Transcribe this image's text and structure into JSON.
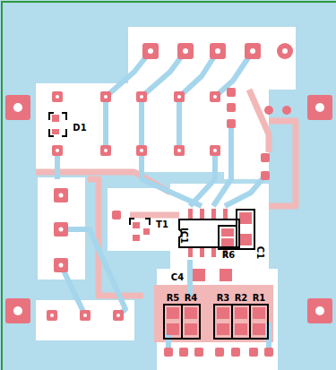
{
  "diagram": {
    "labels": [
      "D1",
      "T1",
      "IC1",
      "C1",
      "R6",
      "C4",
      "R5",
      "R4",
      "R3",
      "R2",
      "R1"
    ]
  }
}
